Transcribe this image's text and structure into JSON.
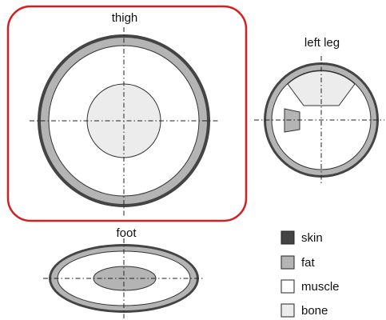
{
  "sections": {
    "thigh": {
      "label": "thigh"
    },
    "left_leg": {
      "label": "left leg"
    },
    "foot": {
      "label": "foot"
    }
  },
  "legend": {
    "skin": {
      "label": "skin",
      "color": "#444444"
    },
    "fat": {
      "label": "fat",
      "color": "#b4b4b4"
    },
    "muscle": {
      "label": "muscle",
      "color": "#ffffff"
    },
    "bone": {
      "label": "bone",
      "color": "#ececec"
    }
  },
  "highlight_color": "#d42020"
}
